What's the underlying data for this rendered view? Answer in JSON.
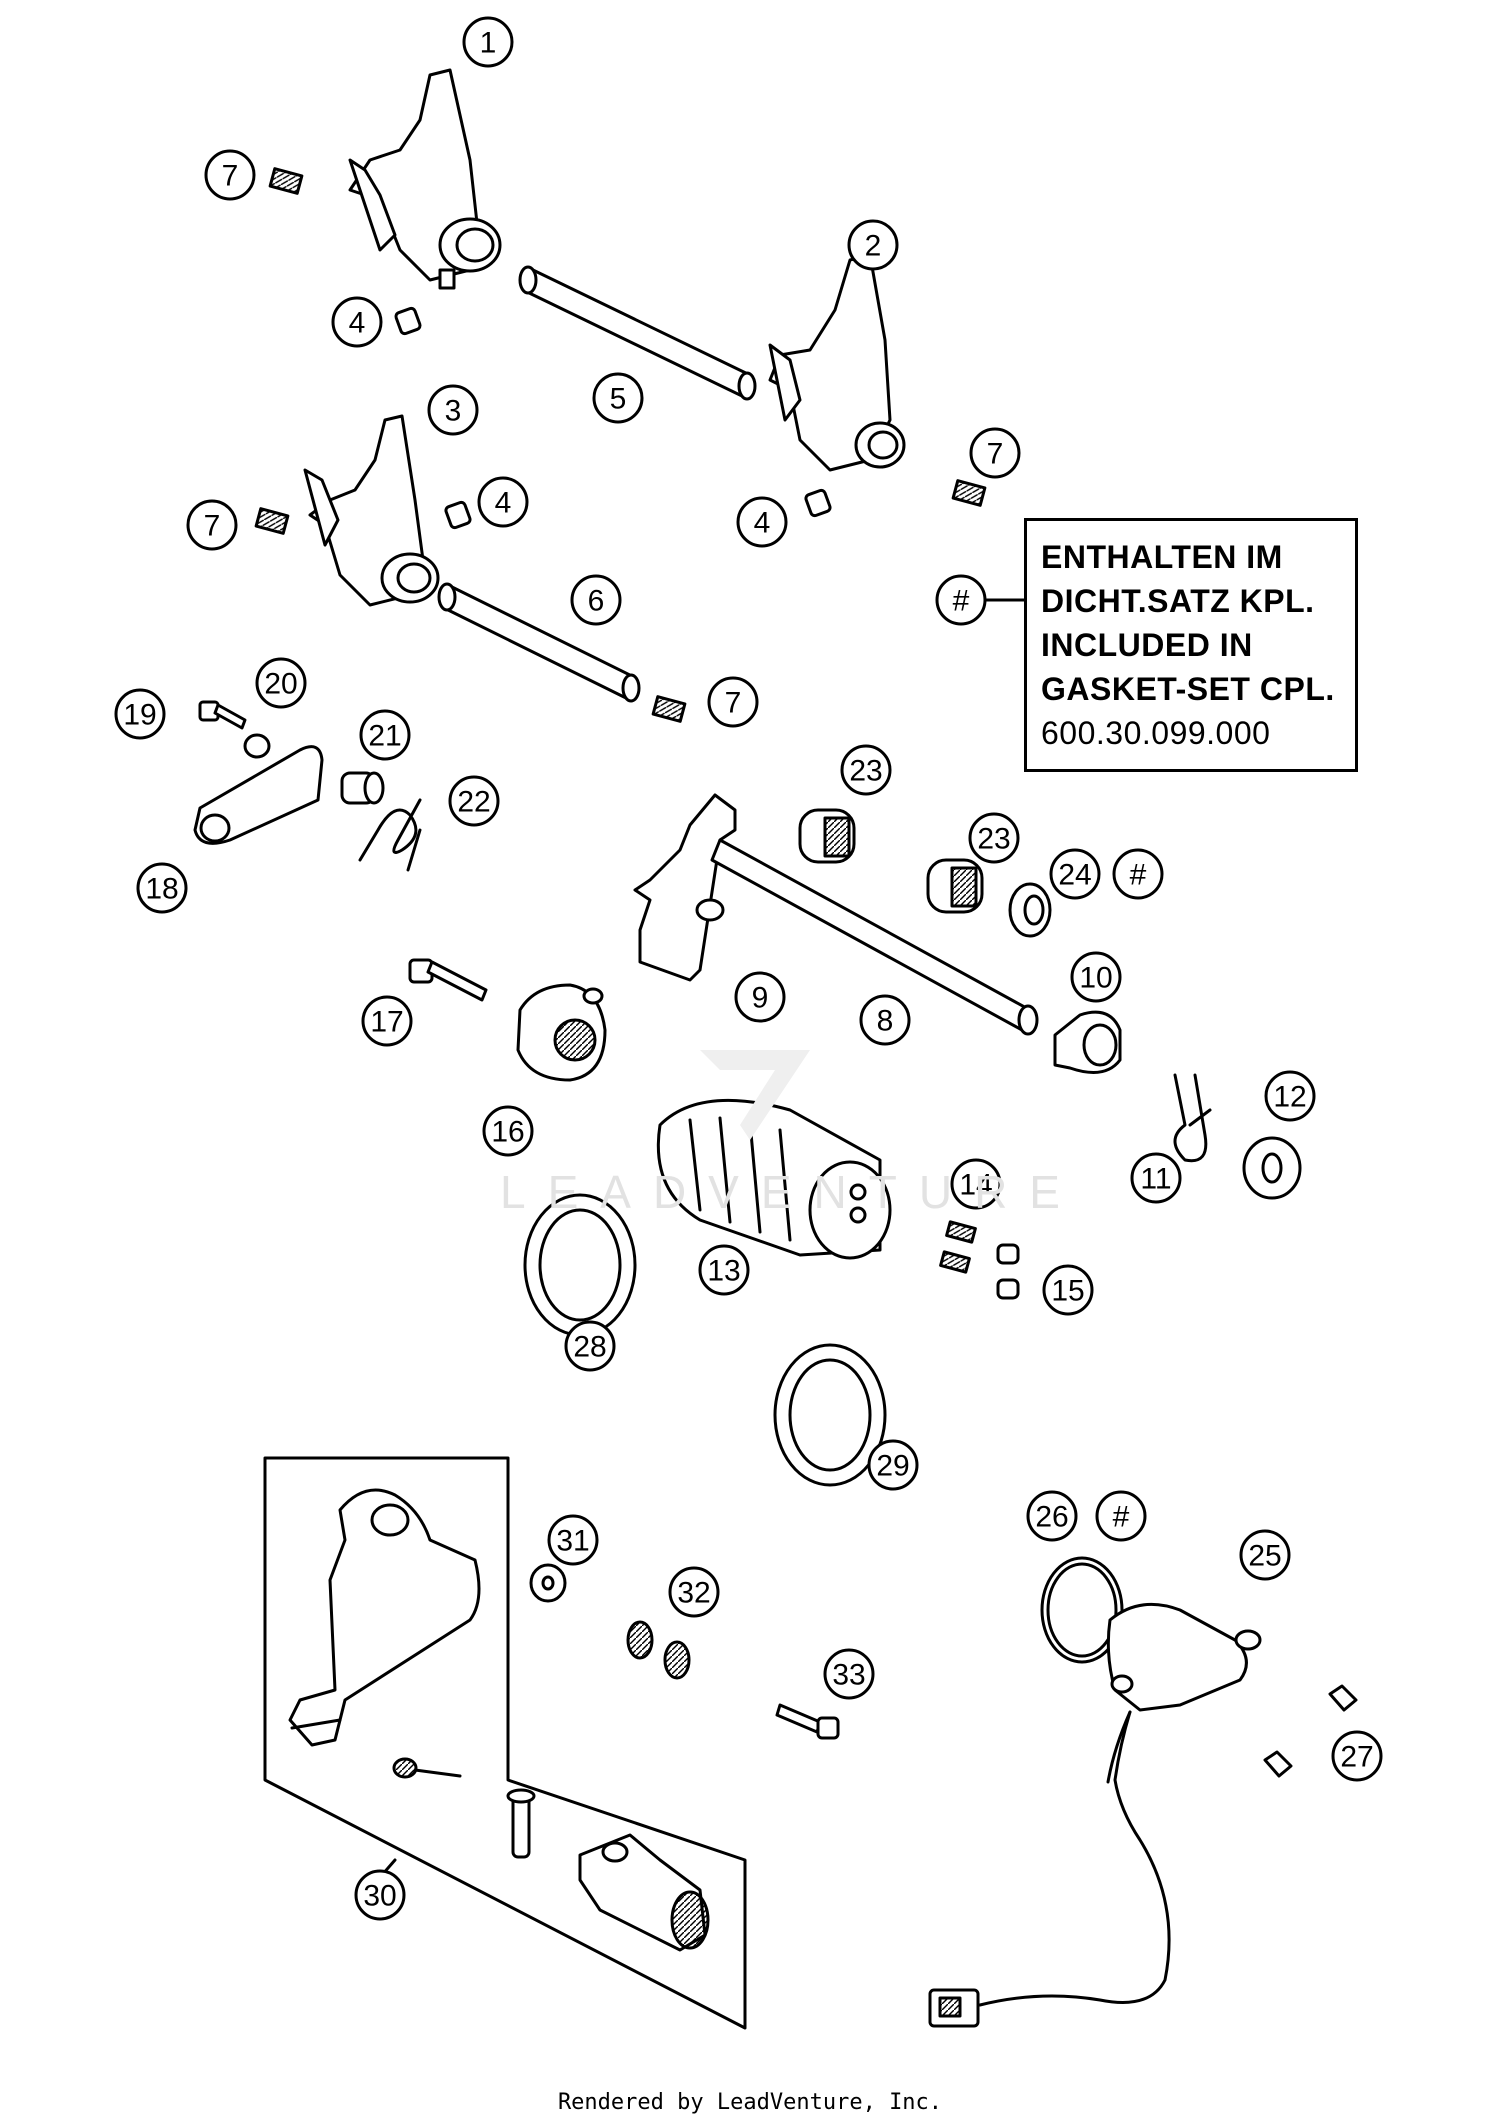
{
  "diagram": {
    "callouts": [
      {
        "id": "c1",
        "label": "1"
      },
      {
        "id": "c2",
        "label": "2"
      },
      {
        "id": "c3",
        "label": "3"
      },
      {
        "id": "c4a",
        "label": "4"
      },
      {
        "id": "c4b",
        "label": "4"
      },
      {
        "id": "c4c",
        "label": "4"
      },
      {
        "id": "c5",
        "label": "5"
      },
      {
        "id": "c6",
        "label": "6"
      },
      {
        "id": "c7a",
        "label": "7"
      },
      {
        "id": "c7b",
        "label": "7"
      },
      {
        "id": "c7c",
        "label": "7"
      },
      {
        "id": "c7d",
        "label": "7"
      },
      {
        "id": "c8",
        "label": "8"
      },
      {
        "id": "c9",
        "label": "9"
      },
      {
        "id": "c10",
        "label": "10"
      },
      {
        "id": "c11",
        "label": "11"
      },
      {
        "id": "c12",
        "label": "12"
      },
      {
        "id": "c13",
        "label": "13"
      },
      {
        "id": "c14",
        "label": "14"
      },
      {
        "id": "c15",
        "label": "15"
      },
      {
        "id": "c16",
        "label": "16"
      },
      {
        "id": "c17",
        "label": "17"
      },
      {
        "id": "c18",
        "label": "18"
      },
      {
        "id": "c19",
        "label": "19"
      },
      {
        "id": "c20",
        "label": "20"
      },
      {
        "id": "c21",
        "label": "21"
      },
      {
        "id": "c22",
        "label": "22"
      },
      {
        "id": "c23a",
        "label": "23"
      },
      {
        "id": "c23b",
        "label": "23"
      },
      {
        "id": "c24",
        "label": "24"
      },
      {
        "id": "c25",
        "label": "25"
      },
      {
        "id": "c26",
        "label": "26"
      },
      {
        "id": "c27",
        "label": "27"
      },
      {
        "id": "c28",
        "label": "28"
      },
      {
        "id": "c29",
        "label": "29"
      },
      {
        "id": "c30",
        "label": "30"
      },
      {
        "id": "c31",
        "label": "31"
      },
      {
        "id": "c32",
        "label": "32"
      },
      {
        "id": "c33",
        "label": "33"
      },
      {
        "id": "h1",
        "label": "#"
      },
      {
        "id": "h2",
        "label": "#"
      },
      {
        "id": "h3",
        "label": "#"
      }
    ]
  },
  "note": {
    "lines": [
      "ENTHALTEN IM",
      "DICHT.SATZ KPL.",
      "INCLUDED IN",
      "GASKET-SET CPL.",
      "600.30.099.000"
    ]
  },
  "watermark": "LEADVENTURE",
  "footer": "Rendered by LeadVenture, Inc."
}
